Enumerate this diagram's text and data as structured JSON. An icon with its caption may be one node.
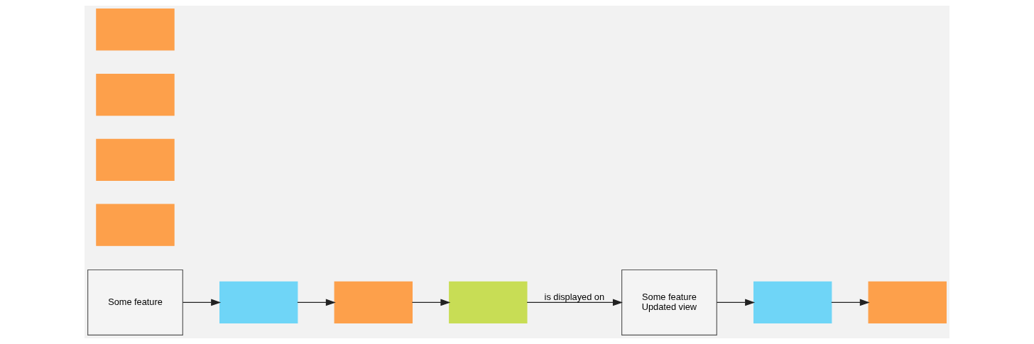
{
  "diagram": {
    "nodes": [
      {
        "text": [
          "Some feature"
        ]
      },
      {
        "text": [],
        "shape": "box"
      },
      {
        "text": [],
        "shape": "box"
      },
      {
        "text": [],
        "shape": "box"
      },
      {
        "text": [
          "Some feature",
          "Updated view"
        ]
      },
      {
        "text": [],
        "shape": "box"
      },
      {
        "text": [],
        "shape": "box"
      },
      {
        "text": [],
        "shape": "box"
      },
      {
        "text": [],
        "shape": "box"
      },
      {
        "text": [],
        "shape": "box"
      },
      {
        "text": [],
        "shape": "box"
      }
    ],
    "edges": [
      {
        "from": 0,
        "to": 1,
        "arrow": "to"
      },
      {
        "from": 1,
        "to": 2,
        "arrow": "to"
      },
      {
        "from": 2,
        "to": 3,
        "arrow": "to"
      },
      {
        "from": 3,
        "to": 4,
        "arrow": "to",
        "label": "is displayed on"
      },
      {
        "from": 4,
        "to": 5,
        "arrow": "to"
      },
      {
        "from": 5,
        "to": 6,
        "arrow": "to"
      }
    ]
  }
}
